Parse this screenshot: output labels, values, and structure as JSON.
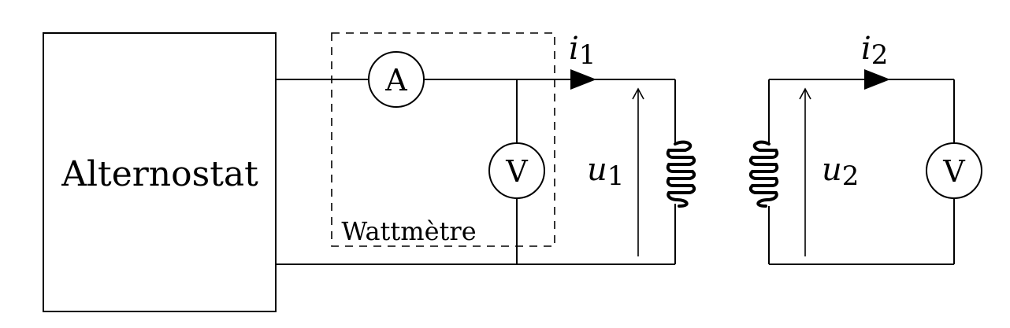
{
  "source_label": "Alternostat",
  "ammeter_symbol": "A",
  "voltmeter_symbol": "V",
  "wattmeter_label": "Wattmètre",
  "current_primary": {
    "symbol": "i",
    "index": "1"
  },
  "current_secondary": {
    "symbol": "i",
    "index": "2"
  },
  "voltage_primary": {
    "symbol": "u",
    "index": "1"
  },
  "voltage_secondary": {
    "symbol": "u",
    "index": "2"
  }
}
